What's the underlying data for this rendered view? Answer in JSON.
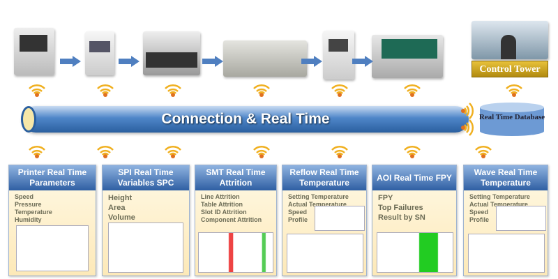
{
  "pipe": {
    "label": "Connection & Real Time"
  },
  "control_tower": {
    "label": "Control Tower"
  },
  "database": {
    "label": "Real Time Database"
  },
  "colors": {
    "pipe": "#4f86c9",
    "header": "#2f5fa3",
    "gold": "#d4a82a",
    "wifi": "#f0b020"
  },
  "panels": [
    {
      "title": "Printer Real Time Parameters",
      "items": [
        "Speed",
        "Pressure",
        "Temperature",
        "Humidity"
      ]
    },
    {
      "title": "SPI Real Time Variables SPC",
      "items": [
        "Height",
        "Area",
        "Volume"
      ]
    },
    {
      "title": "SMT Real Time Attrition",
      "items": [
        "Line Attrition",
        "Table Attrition",
        "Slot ID Attrition",
        "Component Attrition"
      ]
    },
    {
      "title": "Reflow Real Time Temperature",
      "items": [
        "Setting Temperature",
        "Actual Temperature",
        "Speed",
        "Profile"
      ]
    },
    {
      "title": "AOI Real Time FPY",
      "items": [
        "FPY",
        "Top Failures",
        "Result by SN"
      ]
    },
    {
      "title": "Wave Real Time Temperature",
      "items": [
        "Setting Temperature",
        "Actual Temperature",
        "Speed",
        "Profile"
      ]
    }
  ]
}
